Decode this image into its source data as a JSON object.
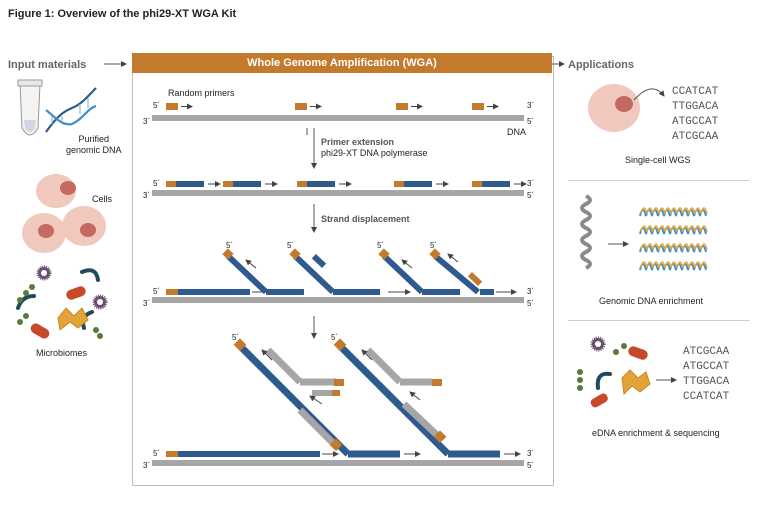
{
  "figure": {
    "title": "Figure 1: Overview of the phi29-XT WGA Kit"
  },
  "headers": {
    "input": "Input materials",
    "wga": "Whole Genome Amplification (WGA)",
    "applications": "Applications"
  },
  "inputs": {
    "purified": [
      "Purified",
      "genomic DNA"
    ],
    "cells": "Cells",
    "microbiomes": "Microbiomes"
  },
  "steps": {
    "random_primers": "Random primers",
    "dna": "DNA",
    "primer_extension": "Primer extension",
    "polymerase": "phi29-XT DNA polymerase",
    "strand_displacement": "Strand displacement"
  },
  "strand_ends": {
    "five": "5´",
    "three": "3´"
  },
  "applications": {
    "single_cell": {
      "label": "Single-cell WGS",
      "sequences": [
        "CCATCAT",
        "TTGGACA",
        "ATGCCAT",
        "ATCGCAA"
      ]
    },
    "enrichment": {
      "label": "Genomic DNA enrichment"
    },
    "edna": {
      "label": "eDNA enrichment & sequencing",
      "sequences": [
        "ATCGCAA",
        "ATGCCAT",
        "TTGGACA",
        "CCATCAT"
      ]
    }
  },
  "colors": {
    "orange": "#c47a2c",
    "blue": "#2f5a8e",
    "gray": "#a6a6a6",
    "cell_pink": "#f0c8be",
    "nucleus": "#c46a60"
  }
}
